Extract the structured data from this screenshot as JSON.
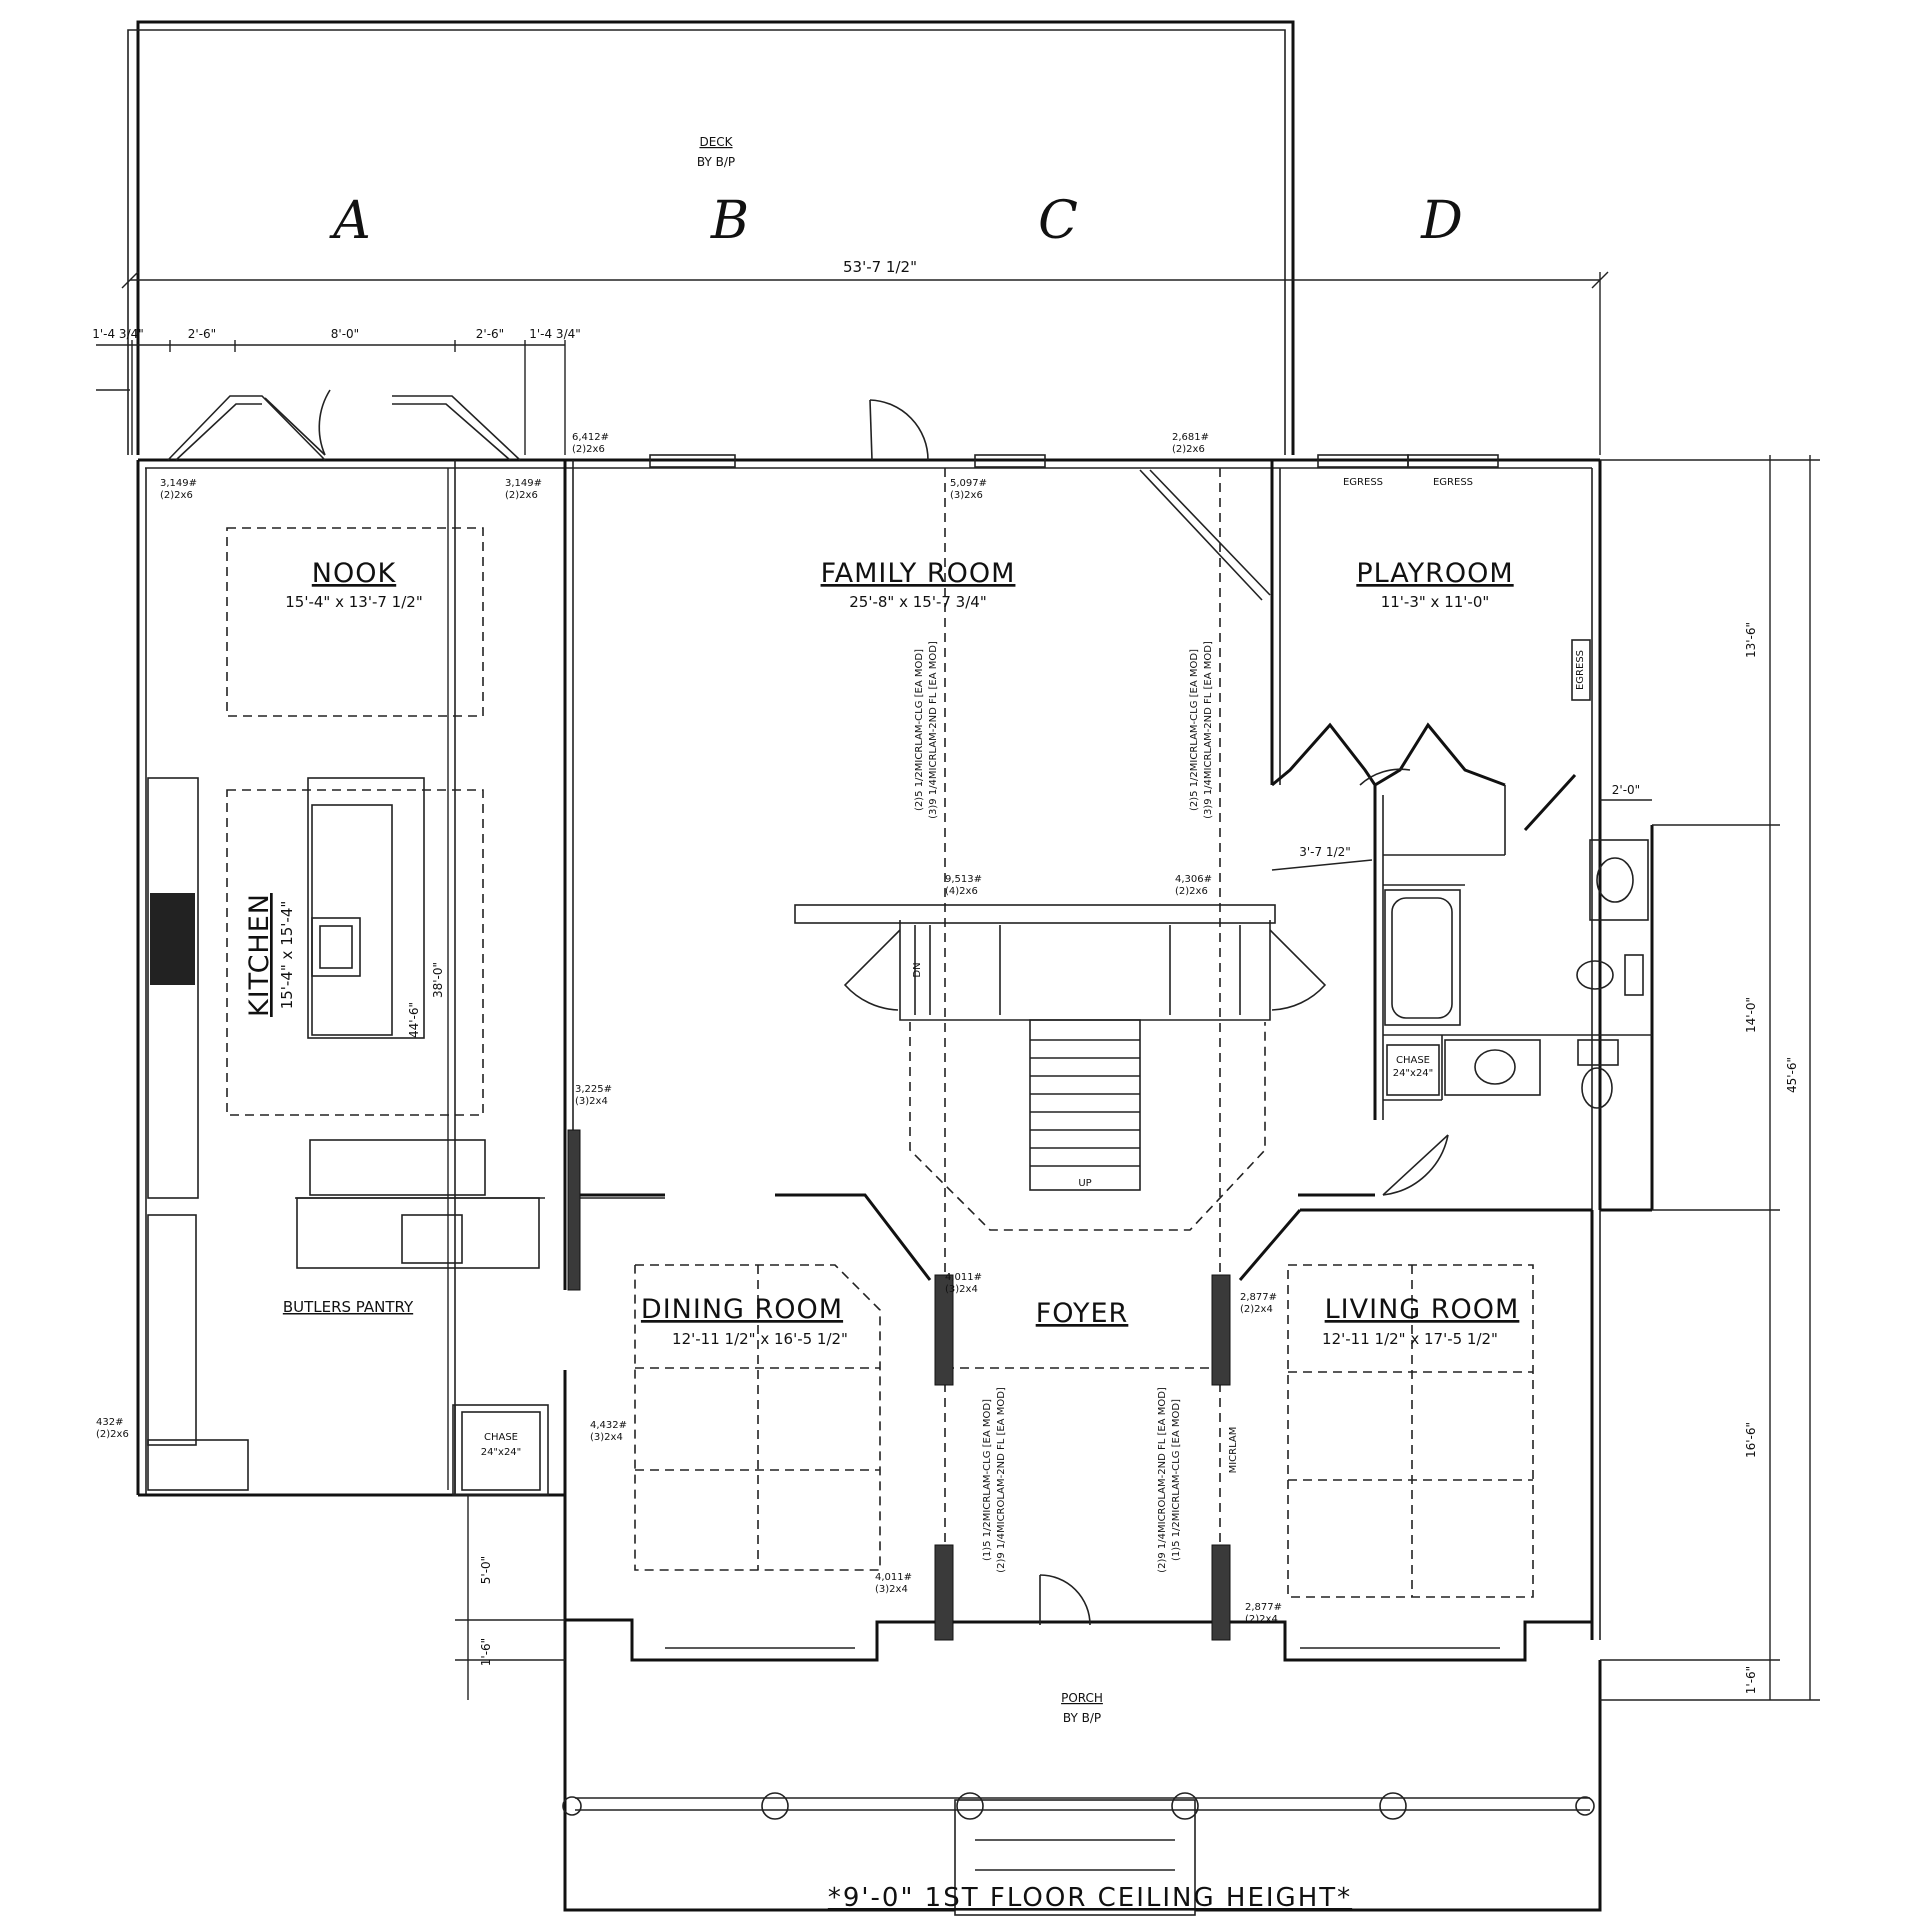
{
  "deck": {
    "label": "DECK",
    "sub": "BY B/P"
  },
  "section_letters": [
    "A",
    "B",
    "C",
    "D"
  ],
  "overall_width": "53'-7 1/2\"",
  "top_dims": [
    "1'-4 3/4\"",
    "2'-6\"",
    "8'-0\"",
    "2'-6\"",
    "1'-4 3/4\""
  ],
  "rooms": {
    "nook": {
      "name": "NOOK",
      "size": "15'-4\" x 13'-7 1/2\""
    },
    "kitchen": {
      "name": "KITCHEN",
      "size": "15'-4\" x 15'-4\""
    },
    "family": {
      "name": "FAMILY ROOM",
      "size": "25'-8\" x 15'-7 3/4\""
    },
    "playroom": {
      "name": "PLAYROOM",
      "size": "11'-3\" x 11'-0\""
    },
    "dining": {
      "name": "DINING ROOM",
      "size": "12'-11 1/2\" x 16'-5 1/2\""
    },
    "foyer": {
      "name": "FOYER"
    },
    "living": {
      "name": "LIVING ROOM",
      "size": "12'-11 1/2\" x 17'-5 1/2\""
    },
    "butlers": {
      "name": "BUTLERS PANTRY"
    },
    "porch": {
      "name": "PORCH",
      "sub": "BY B/P"
    }
  },
  "chase": {
    "label": "CHASE",
    "size": "24\"x24\""
  },
  "egress": "EGRESS",
  "stair": {
    "up": "UP",
    "dn": "DN"
  },
  "right_dims": [
    "13'-6\"",
    "14'-0\"",
    "16'-6\"",
    "1'-6\"",
    "45'-6\""
  ],
  "left_dims": [
    "44'-6\"",
    "38'-0\"",
    "5'-0\"",
    "1'-6\""
  ],
  "bath_dims": [
    "3'-7 1/2\"",
    "2'-0\""
  ],
  "header_notes": {
    "n1": "6,412#",
    "n1b": "(2)2x6",
    "n2": "2,681#",
    "n2b": "(2)2x6",
    "n3": "3,149#",
    "n3b": "(2)2x6",
    "n4": "5,097#",
    "n4b": "(3)2x6",
    "n5": "9,513#",
    "n5b": "(4)2x6",
    "n6": "4,306#",
    "n6b": "(2)2x6",
    "n7": "3,225#",
    "n7b": "(3)2x4",
    "n8": "4,011#",
    "n8b": "(3)2x4",
    "n9": "2,877#",
    "n9b": "(2)2x4",
    "n10": "4,432#",
    "n10b": "(3)2x4",
    "n11": "4,011#",
    "n11b": "(3)2x4",
    "n12": "2,877#",
    "n12b": "(2)2x4",
    "n13": "432#",
    "n13b": "(2)2x6"
  },
  "beam_labels": {
    "b1": "(2)5 1/2MICRLAM-CLG [EA MOD]",
    "b2": "(3)9 1/4MICRLAM-2ND FL [EA MOD]",
    "b3": "(1)5 1/2MICRLAM-CLG [EA MOD]",
    "b4": "(2)9 1/4MICROLAM-2ND FL [EA MOD]",
    "b5": "MICRLAM"
  },
  "footer": "*9'-0\"  1ST FLOOR CEILING HEIGHT*"
}
